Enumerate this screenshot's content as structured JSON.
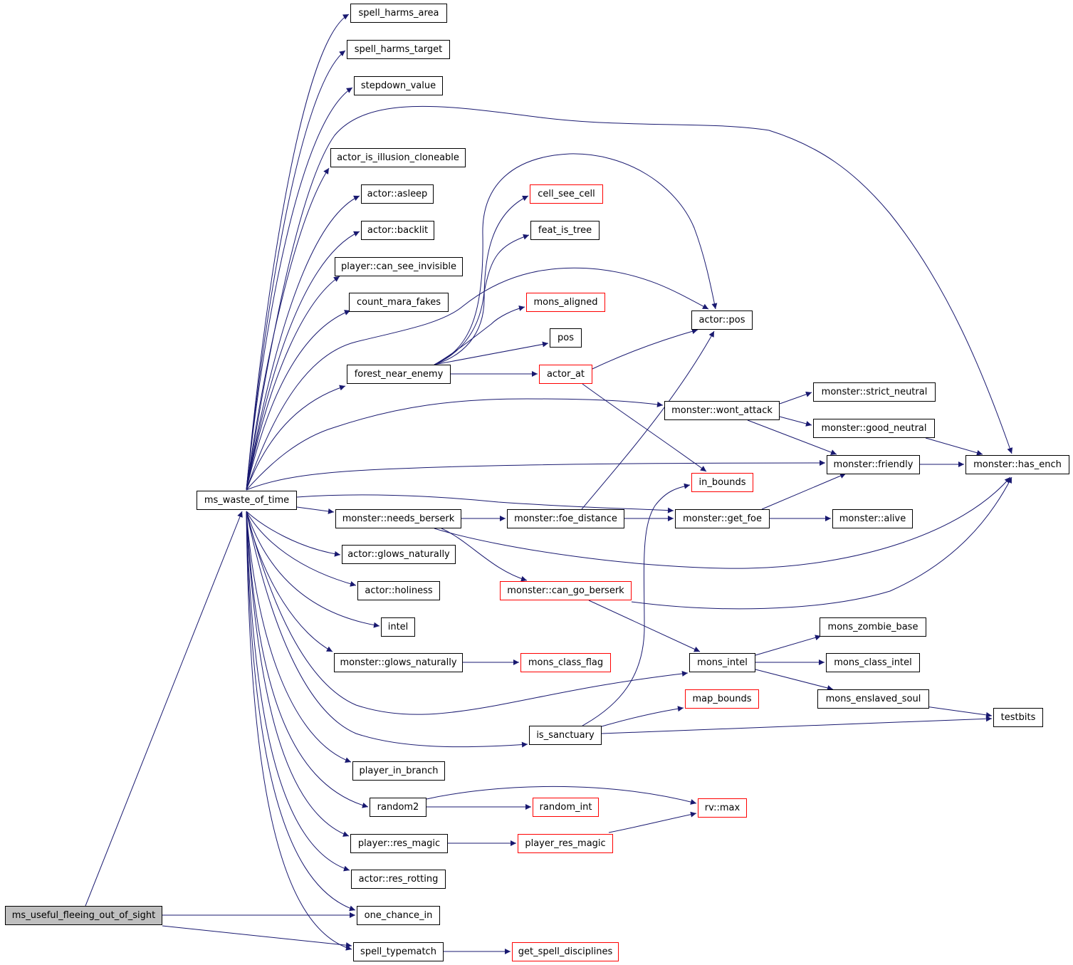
{
  "colors": {
    "edge": "#191970",
    "node_border": "#000000",
    "truncated_border": "#ff0000",
    "root_fill": "#bfbfbf"
  },
  "nodes": {
    "ms_useful_fleeing_out_of_sight": "ms_useful_fleeing_out_of_sight",
    "ms_waste_of_time": "ms_waste_of_time",
    "spell_harms_area": "spell_harms_area",
    "spell_harms_target": "spell_harms_target",
    "stepdown_value": "stepdown_value",
    "actor_is_illusion_cloneable": "actor_is_illusion_cloneable",
    "actor_asleep": "actor::asleep",
    "actor_backlit": "actor::backlit",
    "player_can_see_invisible": "player::can_see_invisible",
    "count_mara_fakes": "count_mara_fakes",
    "forest_near_enemy": "forest_near_enemy",
    "monster_needs_berserk": "monster::needs_berserk",
    "actor_glows_naturally": "actor::glows_naturally",
    "actor_holiness": "actor::holiness",
    "intel": "intel",
    "monster_glows_naturally": "monster::glows_naturally",
    "player_in_branch": "player_in_branch",
    "random2": "random2",
    "player_res_magic": "player::res_magic",
    "actor_res_rotting": "actor::res_rotting",
    "one_chance_in": "one_chance_in",
    "spell_typematch": "spell_typematch",
    "cell_see_cell": "cell_see_cell",
    "feat_is_tree": "feat_is_tree",
    "mons_aligned": "mons_aligned",
    "pos": "pos",
    "actor_at": "actor_at",
    "monster_foe_distance": "monster::foe_distance",
    "monster_can_go_berserk": "monster::can_go_berserk",
    "mons_class_flag": "mons_class_flag",
    "is_sanctuary": "is_sanctuary",
    "random_int": "random_int",
    "player_res_magic_fn": "player_res_magic",
    "get_spell_disciplines": "get_spell_disciplines",
    "actor_pos": "actor::pos",
    "monster_wont_attack": "monster::wont_attack",
    "in_bounds": "in_bounds",
    "monster_get_foe": "monster::get_foe",
    "mons_intel": "mons_intel",
    "map_bounds": "map_bounds",
    "rv_max": "rv::max",
    "monster_strict_neutral": "monster::strict_neutral",
    "monster_good_neutral": "monster::good_neutral",
    "monster_friendly": "monster::friendly",
    "monster_alive": "monster::alive",
    "mons_zombie_base": "mons_zombie_base",
    "mons_class_intel": "mons_class_intel",
    "mons_enslaved_soul": "mons_enslaved_soul",
    "monster_has_ench": "monster::has_ench",
    "testbits": "testbits"
  }
}
